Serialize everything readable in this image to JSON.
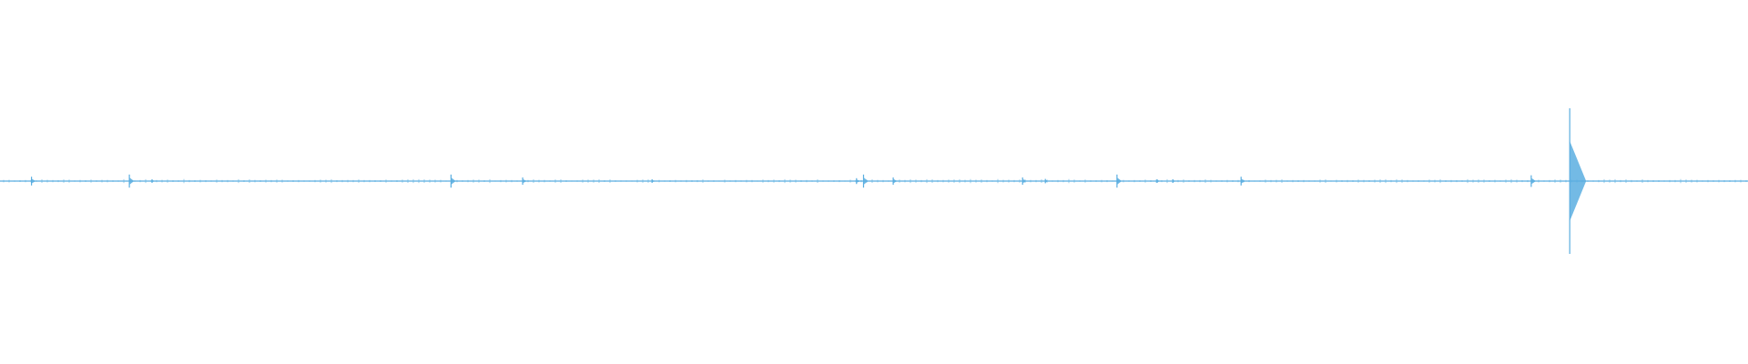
{
  "waveform": {
    "color": "#5aaee0",
    "background": "#ffffff",
    "transients": [
      {
        "at": 0.018,
        "amplitude": 0.06
      },
      {
        "at": 0.074,
        "amplitude": 0.09
      },
      {
        "at": 0.087,
        "amplitude": 0.02
      },
      {
        "at": 0.258,
        "amplitude": 0.09
      },
      {
        "at": 0.299,
        "amplitude": 0.05
      },
      {
        "at": 0.373,
        "amplitude": 0.02
      },
      {
        "at": 0.49,
        "amplitude": 0.04
      },
      {
        "at": 0.494,
        "amplitude": 0.09
      },
      {
        "at": 0.511,
        "amplitude": 0.05
      },
      {
        "at": 0.585,
        "amplitude": 0.05
      },
      {
        "at": 0.598,
        "amplitude": 0.03
      },
      {
        "at": 0.639,
        "amplitude": 0.09
      },
      {
        "at": 0.662,
        "amplitude": 0.015
      },
      {
        "at": 0.671,
        "amplitude": 0.015
      },
      {
        "at": 0.71,
        "amplitude": 0.06
      },
      {
        "at": 0.876,
        "amplitude": 0.08
      },
      {
        "at": 0.898,
        "amplitude": 1.0
      }
    ]
  }
}
